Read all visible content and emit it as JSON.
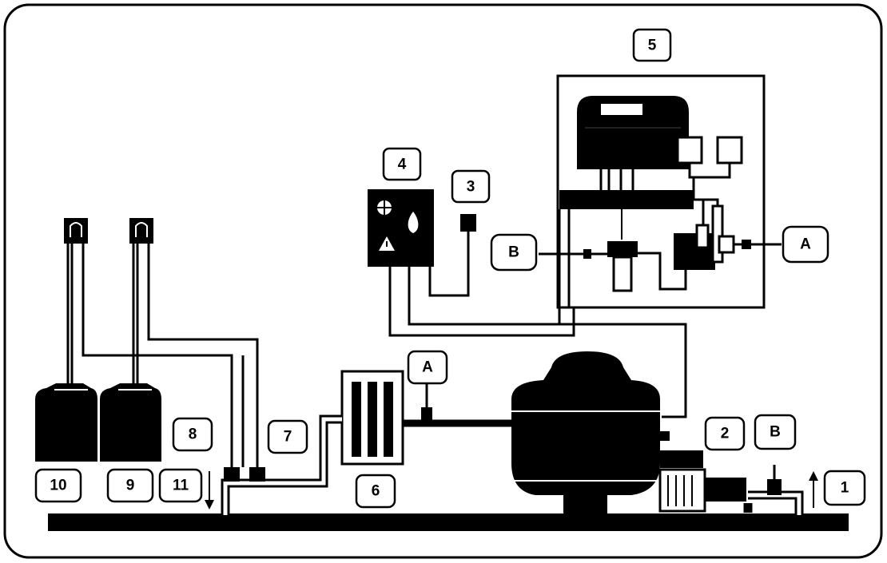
{
  "labels": {
    "l1": "1",
    "l2": "2",
    "l3": "3",
    "l4": "4",
    "l5": "5",
    "l6": "6",
    "l7": "7",
    "l8": "8",
    "l9": "9",
    "l10": "10",
    "l11": "11",
    "a_top": "A",
    "b_left": "B",
    "a_pipe": "A",
    "b_pipe": "B"
  },
  "colors": {
    "ink": "#000000",
    "paper": "#ffffff"
  }
}
